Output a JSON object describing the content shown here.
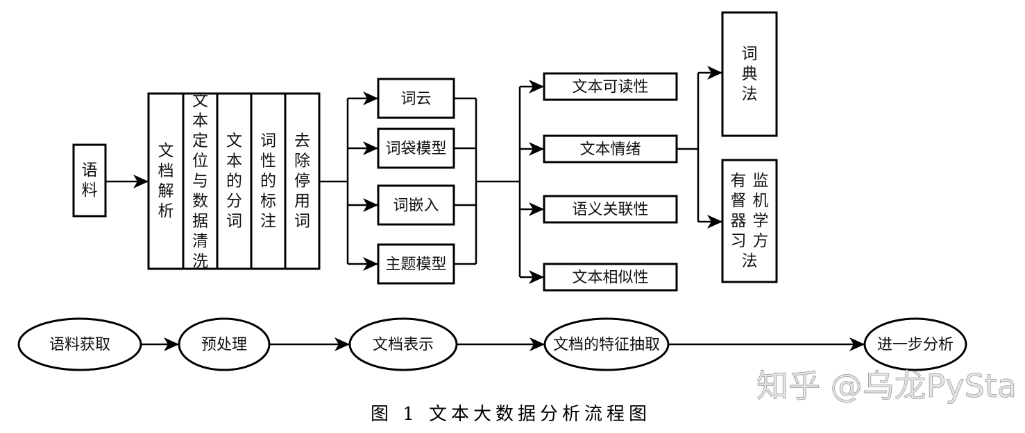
{
  "diagram": {
    "title": "文本大数据分析流程图",
    "caption_number": "图 1",
    "caption_title": "文本大数据分析流程图",
    "watermark": "知乎 @乌龙PySta",
    "source_node": {
      "id": "corpus",
      "label": "语料"
    },
    "preprocess_steps": [
      {
        "id": "doc-parse",
        "label": "文档解析"
      },
      {
        "id": "locate-clean",
        "label": "文本定位与数据清洗"
      },
      {
        "id": "segmentation",
        "label": "文本的分词"
      },
      {
        "id": "pos-tagging",
        "label": "词性的标注"
      },
      {
        "id": "stopword-removal",
        "label": "去除停用词"
      }
    ],
    "representations": [
      {
        "id": "word-cloud",
        "label": "词云"
      },
      {
        "id": "bag-of-words",
        "label": "词袋模型"
      },
      {
        "id": "word-embedding",
        "label": "词嵌入"
      },
      {
        "id": "topic-model",
        "label": "主题模型"
      }
    ],
    "features": [
      {
        "id": "readability",
        "label": "文本可读性"
      },
      {
        "id": "sentiment",
        "label": "文本情绪"
      },
      {
        "id": "semantic-relevance",
        "label": "语义关联性"
      },
      {
        "id": "similarity",
        "label": "文本相似性"
      }
    ],
    "sentiment_methods": [
      {
        "id": "dictionary-method",
        "label": "词典法",
        "columns": 1
      },
      {
        "id": "supervised-ml",
        "label": "有监督机器学习方法",
        "columns": 2
      }
    ],
    "pipeline": [
      {
        "id": "corpus-acquisition",
        "label": "语料获取"
      },
      {
        "id": "preprocessing",
        "label": "预处理"
      },
      {
        "id": "doc-representation",
        "label": "文档表示"
      },
      {
        "id": "feature-extraction",
        "label": "文档的特征抽取"
      },
      {
        "id": "further-analysis",
        "label": "进一步分析"
      }
    ],
    "edges": [
      {
        "from": "corpus",
        "to": "doc-parse"
      },
      {
        "from": "stopword-removal",
        "to": "word-cloud"
      },
      {
        "from": "stopword-removal",
        "to": "bag-of-words"
      },
      {
        "from": "stopword-removal",
        "to": "word-embedding"
      },
      {
        "from": "stopword-removal",
        "to": "topic-model"
      },
      {
        "from": "representations",
        "to": "readability"
      },
      {
        "from": "representations",
        "to": "sentiment"
      },
      {
        "from": "representations",
        "to": "semantic-relevance"
      },
      {
        "from": "representations",
        "to": "similarity"
      },
      {
        "from": "sentiment",
        "to": "dictionary-method"
      },
      {
        "from": "sentiment",
        "to": "supervised-ml"
      },
      {
        "from": "corpus-acquisition",
        "to": "preprocessing"
      },
      {
        "from": "preprocessing",
        "to": "doc-representation"
      },
      {
        "from": "doc-representation",
        "to": "feature-extraction"
      },
      {
        "from": "feature-extraction",
        "to": "further-analysis"
      }
    ]
  }
}
